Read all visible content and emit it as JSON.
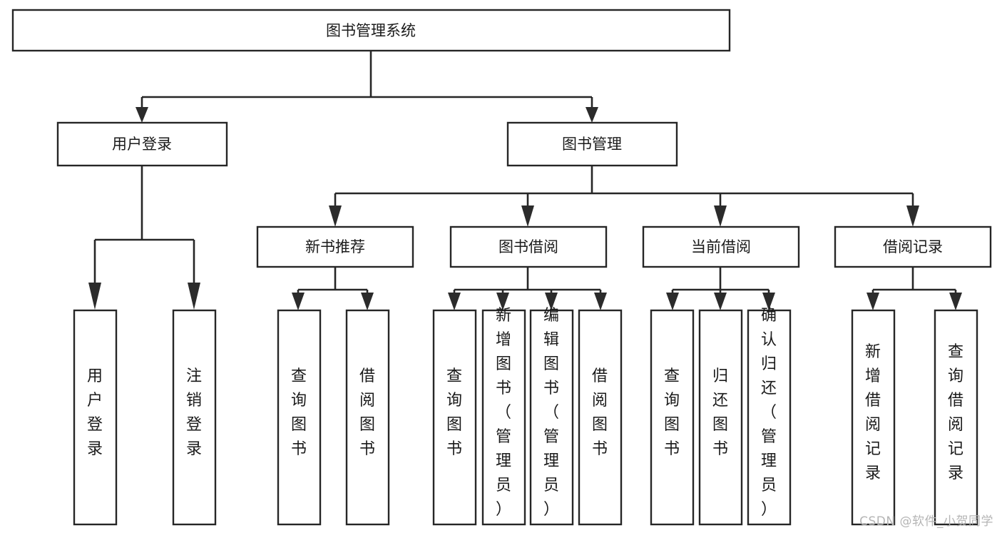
{
  "diagram": {
    "title": "图书管理系统",
    "type": "tree-hierarchy",
    "watermark": "CSDN @软件_小贺同学",
    "colors": {
      "background": "#ffffff",
      "box_stroke": "#262626",
      "box_fill": "#ffffff",
      "connector": "#262626",
      "text": "#1a1a1a",
      "watermark": "#b5b5b5"
    },
    "nodes": {
      "root": {
        "label": "图书管理系统",
        "level": 0,
        "orientation": "horizontal"
      },
      "level1": [
        {
          "label": "用户登录",
          "orientation": "horizontal"
        },
        {
          "label": "图书管理",
          "orientation": "horizontal"
        }
      ],
      "level2": [
        {
          "label": "新书推荐",
          "orientation": "horizontal",
          "parent": "图书管理"
        },
        {
          "label": "图书借阅",
          "orientation": "horizontal",
          "parent": "图书管理"
        },
        {
          "label": "当前借阅",
          "orientation": "horizontal",
          "parent": "图书管理"
        },
        {
          "label": "借阅记录",
          "orientation": "horizontal",
          "parent": "图书管理"
        }
      ],
      "leaves": [
        {
          "label": "用户登录",
          "orientation": "vertical",
          "parent": "用户登录"
        },
        {
          "label": "注销登录",
          "orientation": "vertical",
          "parent": "用户登录"
        },
        {
          "label": "查询图书",
          "orientation": "vertical",
          "parent": "新书推荐"
        },
        {
          "label": "借阅图书",
          "orientation": "vertical",
          "parent": "新书推荐"
        },
        {
          "label": "查询图书",
          "orientation": "vertical",
          "parent": "图书借阅"
        },
        {
          "label": "新增图书（管理员）",
          "orientation": "vertical",
          "parent": "图书借阅"
        },
        {
          "label": "编辑图书（管理员）",
          "orientation": "vertical",
          "parent": "图书借阅"
        },
        {
          "label": "借阅图书",
          "orientation": "vertical",
          "parent": "图书借阅"
        },
        {
          "label": "查询图书",
          "orientation": "vertical",
          "parent": "当前借阅"
        },
        {
          "label": "归还图书",
          "orientation": "vertical",
          "parent": "当前借阅"
        },
        {
          "label": "确认归还（管理员）",
          "orientation": "vertical",
          "parent": "当前借阅"
        },
        {
          "label": "新增借阅记录",
          "orientation": "vertical",
          "parent": "借阅记录"
        },
        {
          "label": "查询借阅记录",
          "orientation": "vertical",
          "parent": "借阅记录"
        }
      ]
    }
  }
}
